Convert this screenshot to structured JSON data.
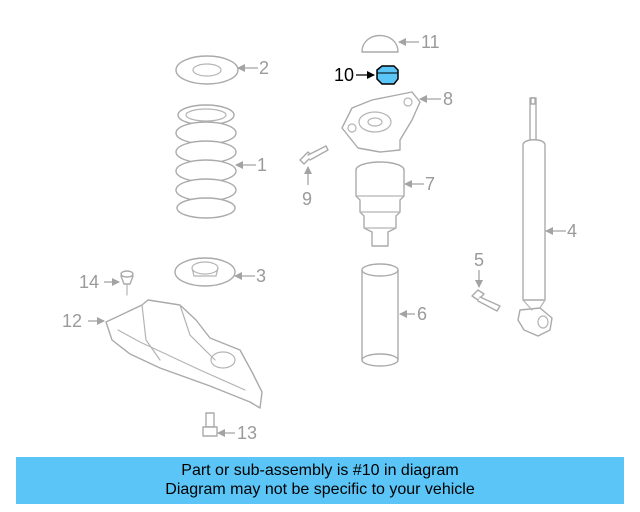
{
  "diagram": {
    "callouts": {
      "c1": "1",
      "c2": "2",
      "c3": "3",
      "c4": "4",
      "c5": "5",
      "c6": "6",
      "c7": "7",
      "c8": "8",
      "c9": "9",
      "c10": "10",
      "c11": "11",
      "c12": "12",
      "c13": "13",
      "c14": "14"
    },
    "highlight_color": "#5ac5f6",
    "line_color": "#aaaaaa"
  },
  "banner": {
    "line1": "Part or sub-assembly is #10 in diagram",
    "line2": "Diagram may not be specific to your vehicle",
    "background": "#5ac5f6"
  }
}
